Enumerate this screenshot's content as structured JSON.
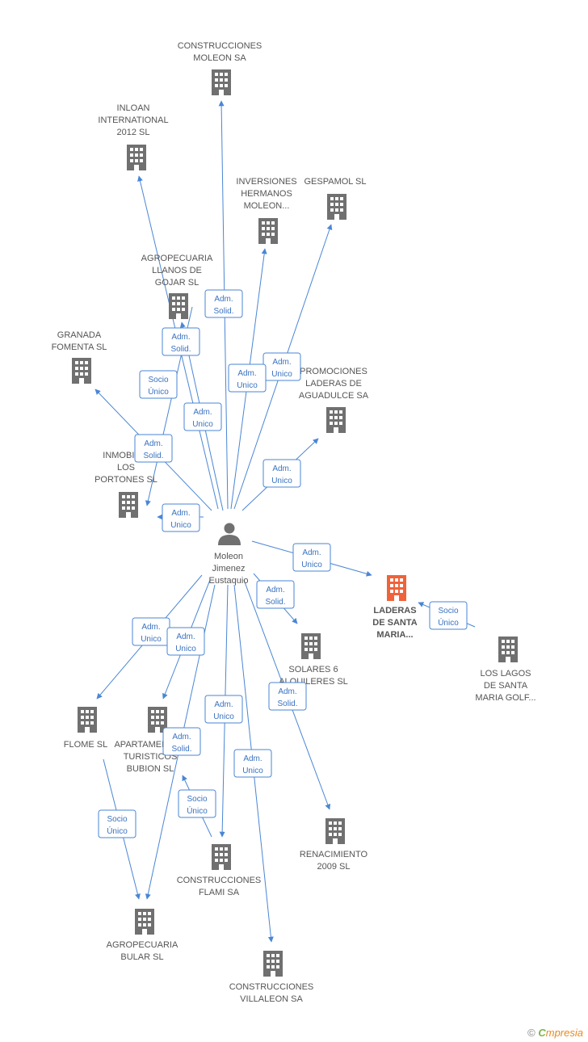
{
  "colors": {
    "edge": "#4a86d4",
    "building": "#707070",
    "focus_building": "#f0623a",
    "person": "#707070"
  },
  "person": {
    "name_lines": [
      "Moleon",
      "Jimenez",
      "Eustaquio"
    ],
    "icon": "person-icon"
  },
  "companies": [
    {
      "id": "construcciones-moleon",
      "lines": [
        "CONSTRUCCIONES",
        "MOLEON SA"
      ],
      "icon": "building-icon"
    },
    {
      "id": "inloan",
      "lines": [
        "INLOAN",
        "INTERNATIONAL",
        "2012 SL"
      ],
      "icon": "building-icon"
    },
    {
      "id": "inversiones",
      "lines": [
        "INVERSIONES",
        "HERMANOS",
        "MOLEON..."
      ],
      "icon": "building-icon"
    },
    {
      "id": "gespamol",
      "lines": [
        "GESPAMOL SL"
      ],
      "icon": "building-icon"
    },
    {
      "id": "agropecuaria-llanos",
      "lines": [
        "AGROPECUARIA",
        "LLANOS DE",
        "GOJAR SL"
      ],
      "icon": "building-icon"
    },
    {
      "id": "granada",
      "lines": [
        "GRANADA",
        "FOMENTA SL"
      ],
      "icon": "building-icon"
    },
    {
      "id": "promociones",
      "lines": [
        "PROMOCIONES",
        "LADERAS DE",
        "AGUADULCE SA"
      ],
      "icon": "building-icon"
    },
    {
      "id": "inmobiliaria",
      "lines": [
        "INMOBILI...",
        "LOS",
        "PORTONES SL"
      ],
      "icon": "building-icon"
    },
    {
      "id": "laderas",
      "lines": [
        "LADERAS",
        "DE SANTA",
        "MARIA..."
      ],
      "icon": "building-icon",
      "focus": true
    },
    {
      "id": "los-lagos",
      "lines": [
        "LOS LAGOS",
        "DE SANTA",
        "MARIA GOLF..."
      ],
      "icon": "building-icon"
    },
    {
      "id": "solares",
      "lines": [
        "SOLARES 6",
        "ALQUILERES SL"
      ],
      "icon": "building-icon"
    },
    {
      "id": "flome",
      "lines": [
        "FLOME SL"
      ],
      "icon": "building-icon"
    },
    {
      "id": "apartamentos",
      "lines": [
        "APARTAMENTOS",
        "TURISTICOS",
        "BUBION SL"
      ],
      "icon": "building-icon"
    },
    {
      "id": "renacimiento",
      "lines": [
        "RENACIMIENTO",
        "2009 SL"
      ],
      "icon": "building-icon"
    },
    {
      "id": "flami",
      "lines": [
        "CONSTRUCCIONES",
        "FLAMI SA"
      ],
      "icon": "building-icon"
    },
    {
      "id": "bular",
      "lines": [
        "AGROPECUARIA",
        "BULAR SL"
      ],
      "icon": "building-icon"
    },
    {
      "id": "villaleon",
      "lines": [
        "CONSTRUCCIONES",
        "VILLALEON SA"
      ],
      "icon": "building-icon"
    }
  ],
  "relations": [
    {
      "id": "r1",
      "lines": [
        "Adm.",
        "Solid."
      ]
    },
    {
      "id": "r2",
      "lines": [
        "Adm.",
        "Solid."
      ]
    },
    {
      "id": "r3",
      "lines": [
        "Adm.",
        "Unico"
      ]
    },
    {
      "id": "r4",
      "lines": [
        "Adm.",
        "Unico"
      ]
    },
    {
      "id": "r5",
      "lines": [
        "Socio",
        "Único"
      ]
    },
    {
      "id": "r6",
      "lines": [
        "Adm.",
        "Unico"
      ]
    },
    {
      "id": "r7",
      "lines": [
        "Adm.",
        "Solid."
      ]
    },
    {
      "id": "r8",
      "lines": [
        "Adm.",
        "Unico"
      ]
    },
    {
      "id": "r9",
      "lines": [
        "Adm.",
        "Unico"
      ]
    },
    {
      "id": "r10",
      "lines": [
        "Adm.",
        "Unico"
      ]
    },
    {
      "id": "r11",
      "lines": [
        "Socio",
        "Único"
      ]
    },
    {
      "id": "r12",
      "lines": [
        "Adm.",
        "Solid."
      ]
    },
    {
      "id": "r13",
      "lines": [
        "Adm.",
        "Unico"
      ]
    },
    {
      "id": "r14",
      "lines": [
        "Adm.",
        "Unico"
      ]
    },
    {
      "id": "r15",
      "lines": [
        "Adm.",
        "Solid."
      ]
    },
    {
      "id": "r16",
      "lines": [
        "Adm.",
        "Unico"
      ]
    },
    {
      "id": "r17",
      "lines": [
        "Adm.",
        "Solid."
      ]
    },
    {
      "id": "r18",
      "lines": [
        "Adm.",
        "Unico"
      ]
    },
    {
      "id": "r19",
      "lines": [
        "Socio",
        "Único"
      ]
    },
    {
      "id": "r20",
      "lines": [
        "Socio",
        "Único"
      ]
    }
  ],
  "footer": {
    "copyright": "©",
    "brand_first": "C",
    "brand_rest": "mpresia"
  }
}
